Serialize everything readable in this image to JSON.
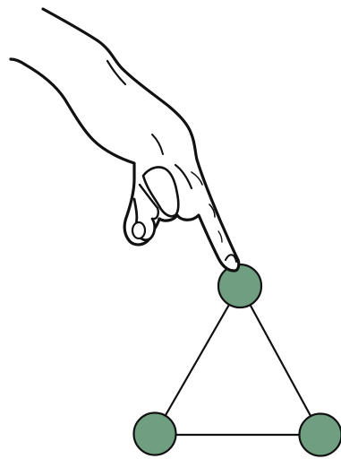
{
  "diagram": {
    "type": "triangle-graph",
    "nodes": [
      {
        "id": "top"
      },
      {
        "id": "bottom-left"
      },
      {
        "id": "bottom-right"
      }
    ],
    "edges": [
      {
        "from": "top",
        "to": "bottom-left"
      },
      {
        "from": "top",
        "to": "bottom-right"
      },
      {
        "from": "bottom-left",
        "to": "bottom-right"
      }
    ],
    "pointer": {
      "icon": "pointing-hand-icon",
      "target": "top"
    }
  },
  "colors": {
    "background": "#ffffff",
    "node_fill": "#6f9e81",
    "stroke": "#111111",
    "hand_fill": "#ffffff"
  }
}
